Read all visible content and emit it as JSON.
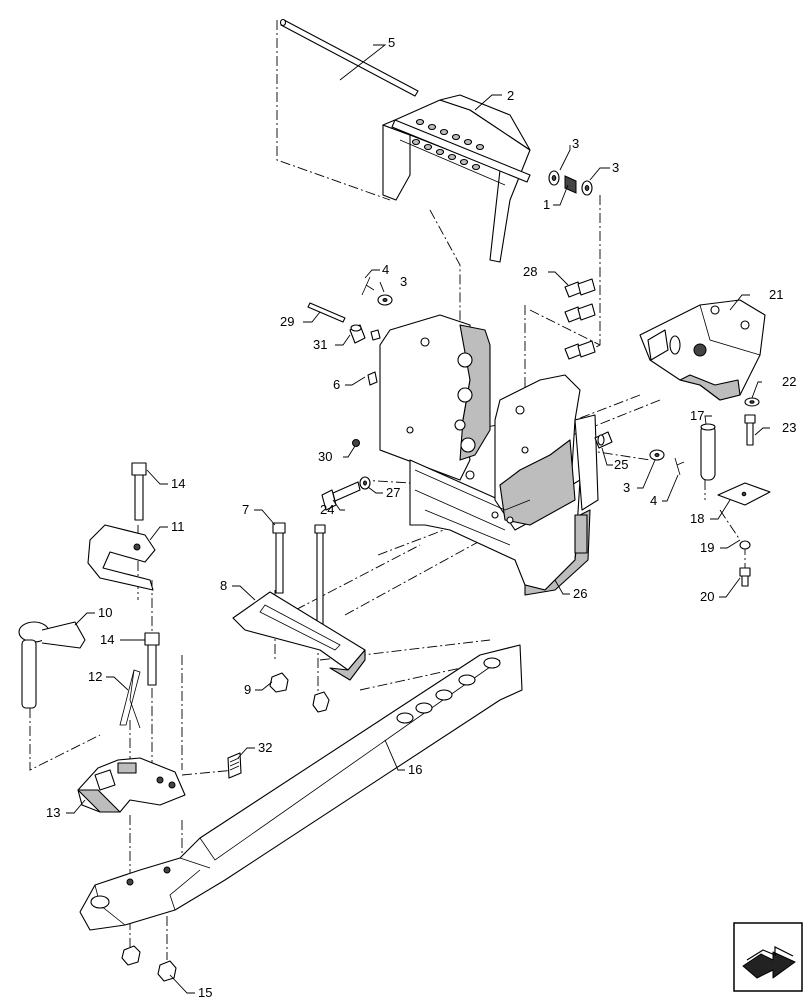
{
  "callouts": [
    {
      "id": "c5",
      "label": "5"
    },
    {
      "id": "c2",
      "label": "2"
    },
    {
      "id": "c3a",
      "label": "3"
    },
    {
      "id": "c3b",
      "label": "3"
    },
    {
      "id": "c1",
      "label": "1"
    },
    {
      "id": "c4a",
      "label": "4"
    },
    {
      "id": "c3c",
      "label": "3"
    },
    {
      "id": "c28",
      "label": "28"
    },
    {
      "id": "c29",
      "label": "29"
    },
    {
      "id": "c31",
      "label": "31"
    },
    {
      "id": "c6",
      "label": "6"
    },
    {
      "id": "c21",
      "label": "21"
    },
    {
      "id": "c22",
      "label": "22"
    },
    {
      "id": "c17",
      "label": "17"
    },
    {
      "id": "c23",
      "label": "23"
    },
    {
      "id": "c30",
      "label": "30"
    },
    {
      "id": "c25",
      "label": "25"
    },
    {
      "id": "c3d",
      "label": "3"
    },
    {
      "id": "c4b",
      "label": "4"
    },
    {
      "id": "c27",
      "label": "27"
    },
    {
      "id": "c24",
      "label": "24"
    },
    {
      "id": "c18",
      "label": "18"
    },
    {
      "id": "c14a",
      "label": "14"
    },
    {
      "id": "c11",
      "label": "11"
    },
    {
      "id": "c7",
      "label": "7"
    },
    {
      "id": "c19",
      "label": "19"
    },
    {
      "id": "c26",
      "label": "26"
    },
    {
      "id": "c20",
      "label": "20"
    },
    {
      "id": "c8",
      "label": "8"
    },
    {
      "id": "c10",
      "label": "10"
    },
    {
      "id": "c14b",
      "label": "14"
    },
    {
      "id": "c12",
      "label": "12"
    },
    {
      "id": "c9",
      "label": "9"
    },
    {
      "id": "c32",
      "label": "32"
    },
    {
      "id": "c16",
      "label": "16"
    },
    {
      "id": "c13",
      "label": "13"
    },
    {
      "id": "c15",
      "label": "15"
    }
  ],
  "nav_icon": "next-page-arrow-icon"
}
